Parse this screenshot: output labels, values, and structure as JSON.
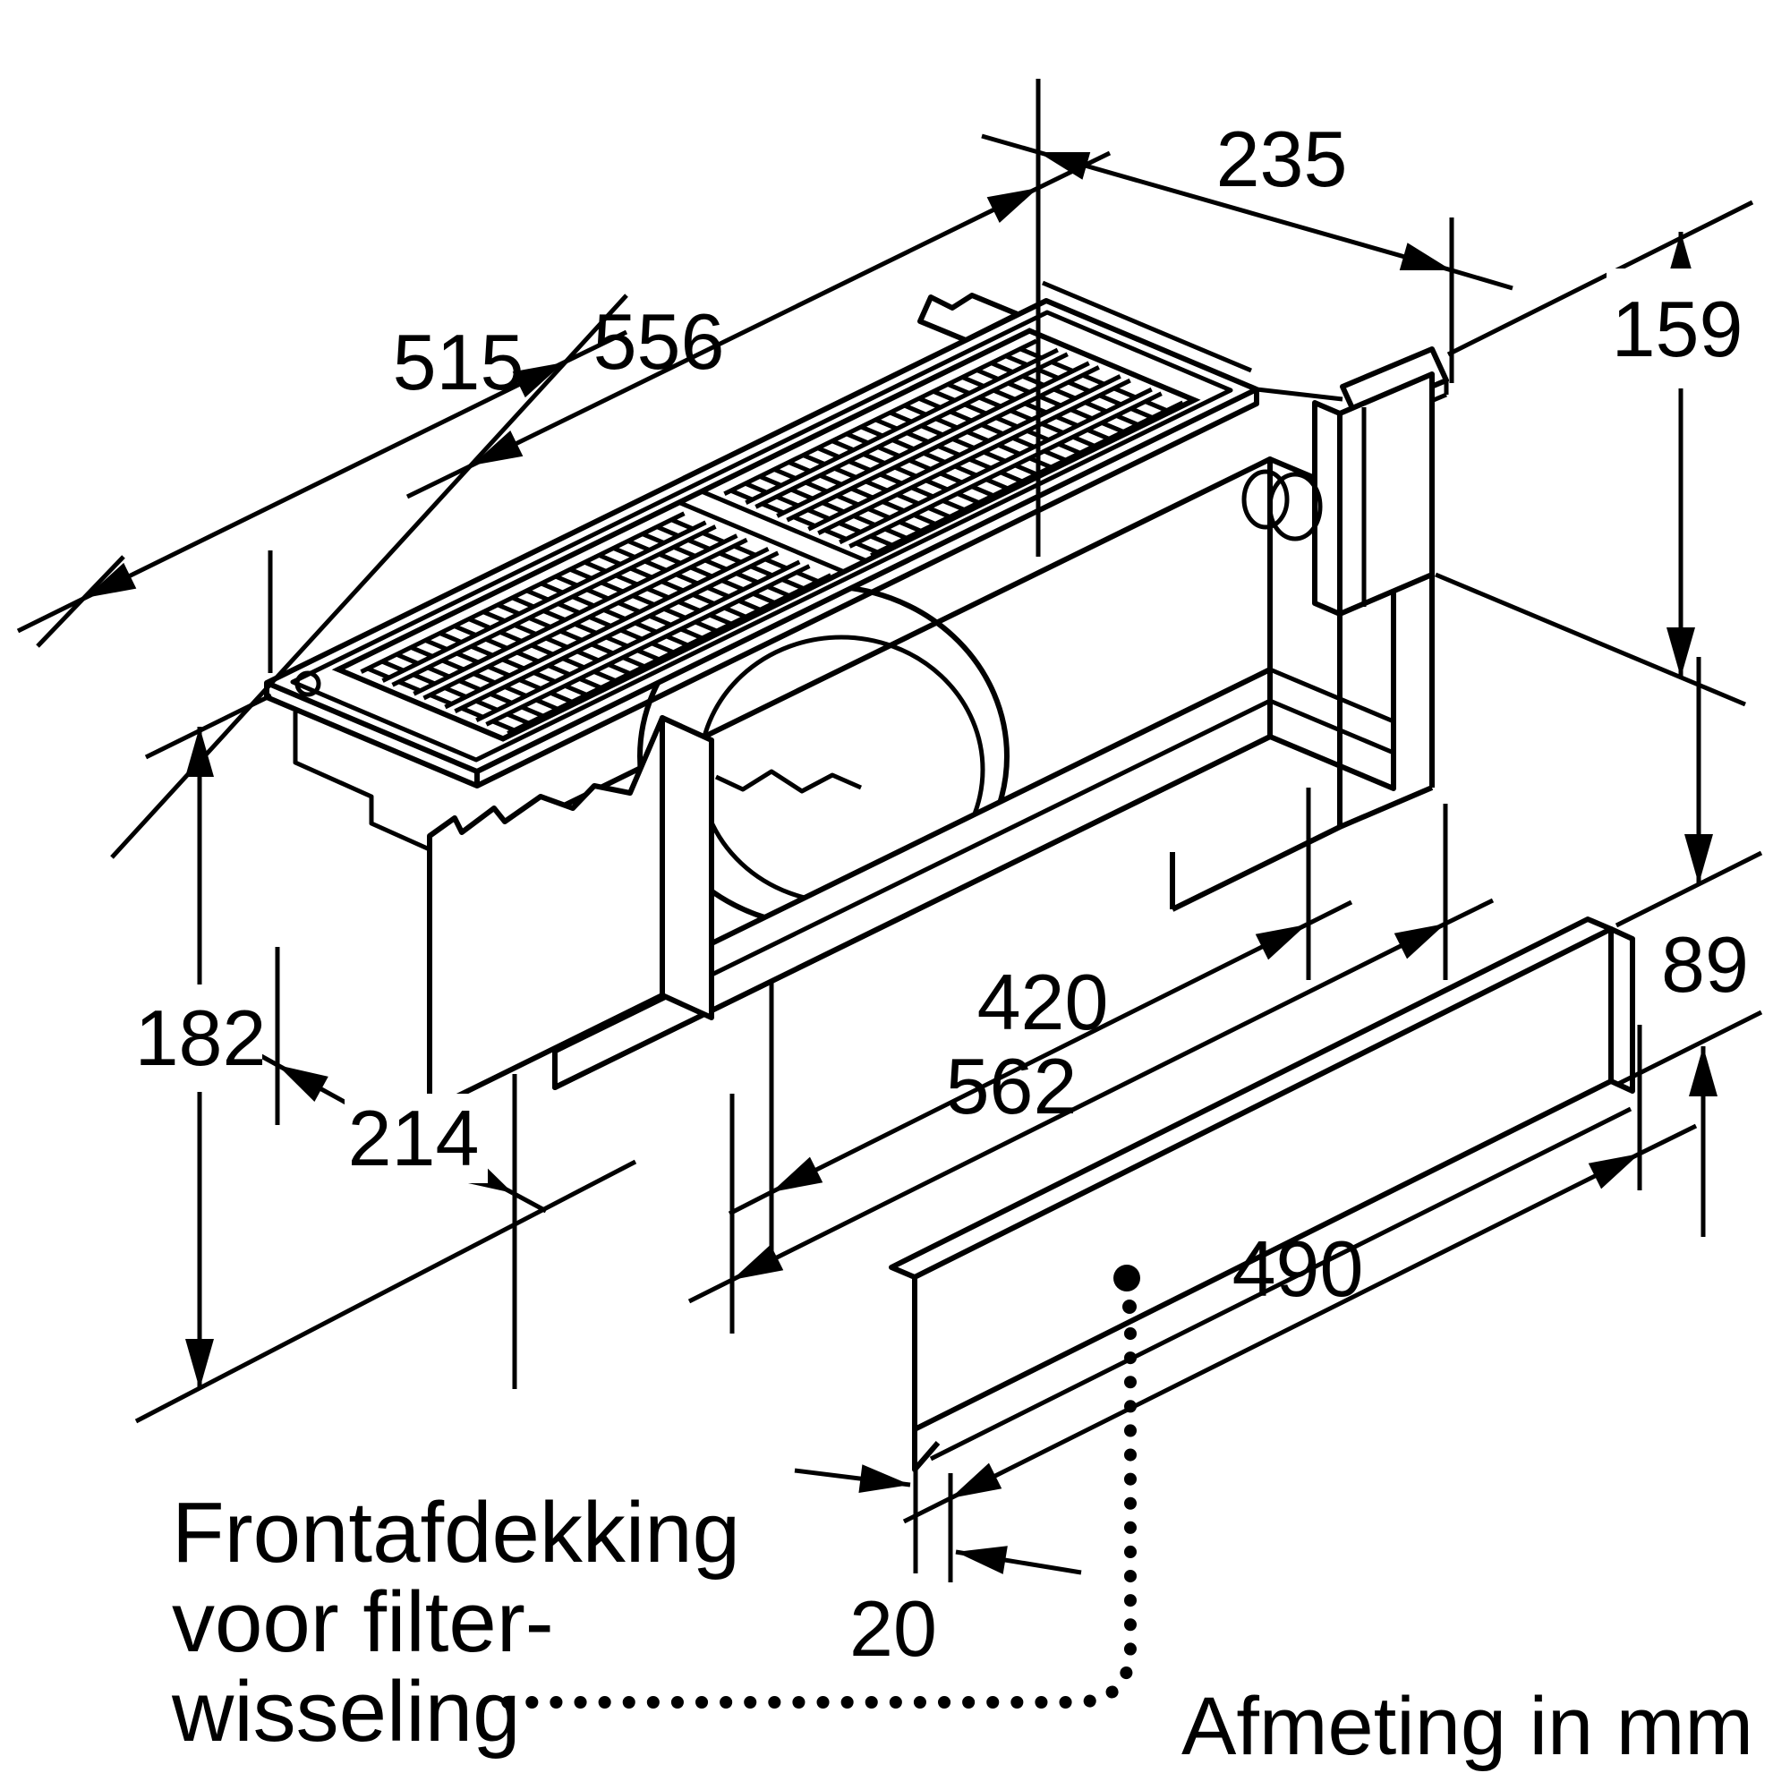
{
  "diagram": {
    "type": "appliance-installation-dimension-drawing",
    "units_note": "Afmeting in mm",
    "annotation": {
      "line1": "Frontafdekking",
      "line2": "voor filter-",
      "line3": "wisseling"
    },
    "dimensions_mm": {
      "top_cutout_width": "515",
      "top_grille_width": "556",
      "top_depth": "235",
      "rear_section_height": "159",
      "front_panel_height": "89",
      "total_height": "182",
      "lower_depth": "214",
      "inner_width": "420",
      "overall_width": "562",
      "front_cover_width": "490",
      "front_cover_thickness": "20"
    },
    "colors": {
      "line": "#000000",
      "background": "#ffffff"
    }
  }
}
